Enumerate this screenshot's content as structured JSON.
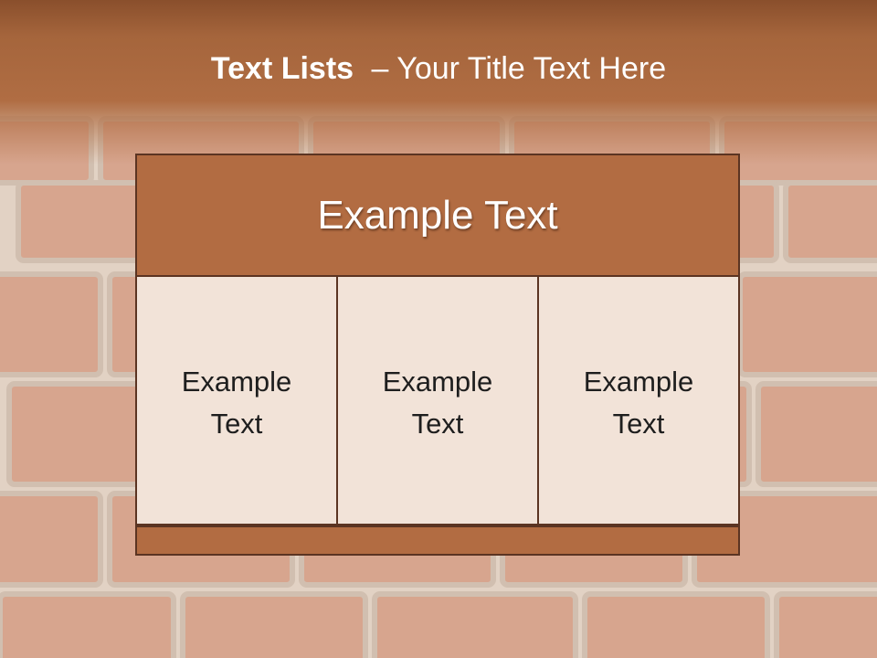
{
  "slide": {
    "title_bold": "Text Lists",
    "title_separator": "–",
    "title_rest": "Your Title Text Here",
    "table": {
      "header": "Example Text",
      "columns": [
        "Example Text",
        "Example Text",
        "Example Text"
      ]
    }
  },
  "colors": {
    "accent": "#b26c42",
    "border": "#5b3422",
    "cell_fill": "#f2e3d8",
    "title_text": "#ffffff"
  }
}
